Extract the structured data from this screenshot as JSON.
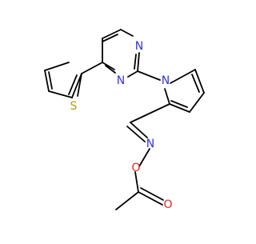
{
  "molecule": {
    "atom_labels": {
      "n_pyrimidine_top": "N",
      "n_pyrimidine_bottom": "N",
      "n_pyrrole": "N",
      "s_thiophene": "S",
      "n_oxime": "N",
      "o_oxime": "O",
      "o_carbonyl": "O"
    },
    "colors": {
      "nitrogen": "#3333ee",
      "sulfur": "#b8a000",
      "oxygen": "#ee2222",
      "bond": "#000000",
      "background": "#ffffff"
    }
  }
}
